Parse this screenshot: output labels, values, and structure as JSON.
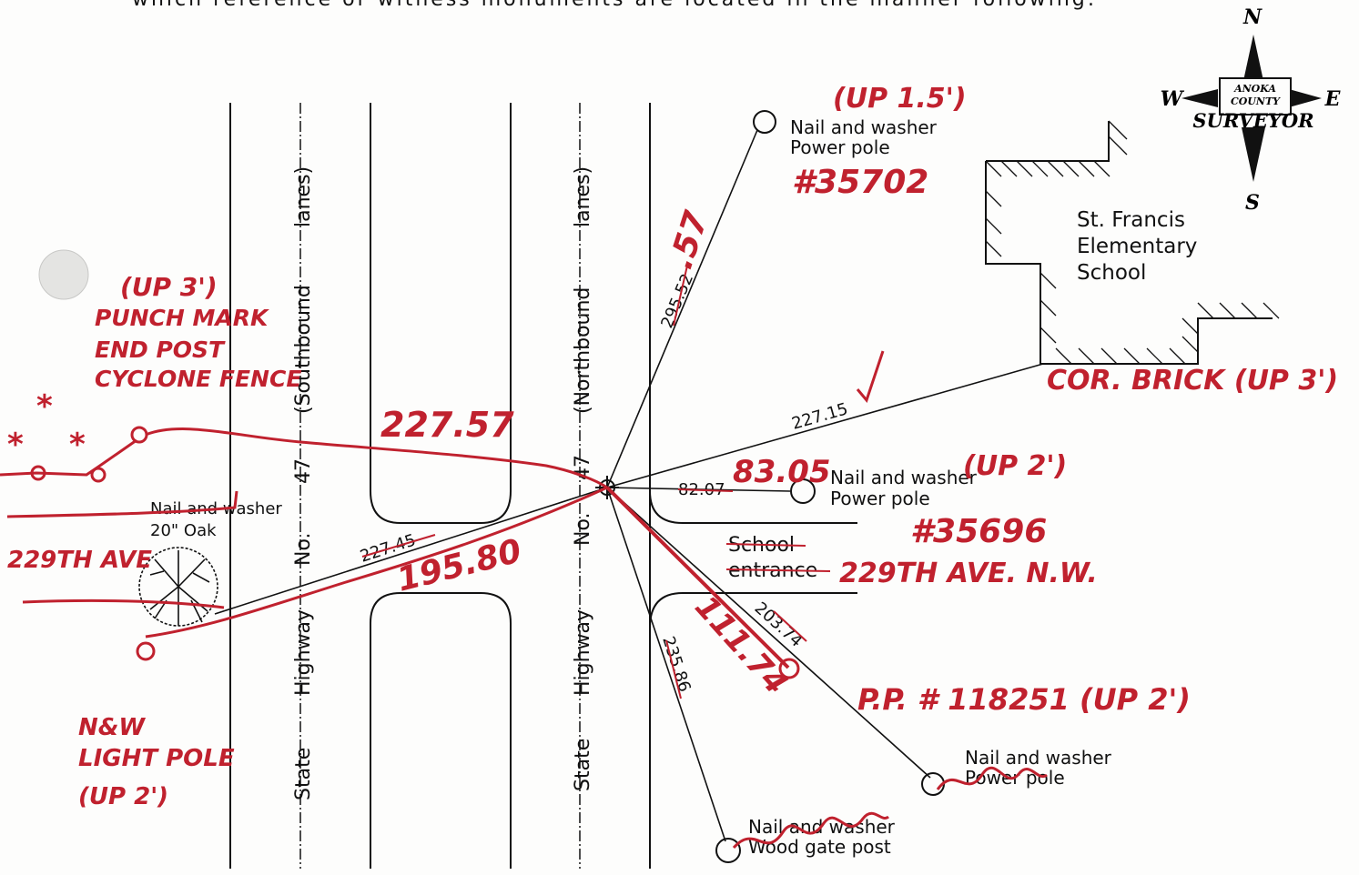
{
  "header_text": "which reference or witness monuments are located in the manner following:",
  "roads": {
    "southbound": [
      "State",
      "Highway",
      "No.",
      "47",
      "(Southbound",
      "lanes)"
    ],
    "northbound": [
      "State",
      "Highway",
      "No.",
      "47",
      "(Northbound",
      "lanes)"
    ],
    "school_entrance": [
      "School",
      "entrance"
    ]
  },
  "compass": {
    "north": "N",
    "south": "S",
    "east": "E",
    "west": "W",
    "badge_line1": "ANOKA",
    "badge_line2": "COUNTY",
    "badge_line3": "SURVEYOR"
  },
  "school": [
    "St. Francis",
    "Elementary",
    "School"
  ],
  "monuments": {
    "power_pole_north": [
      "Nail and washer",
      "Power pole"
    ],
    "power_pole_east": [
      "Nail and washer",
      "Power pole"
    ],
    "power_pole_southeast": [
      "Nail and washer",
      "Power pole"
    ],
    "gate_post": [
      "Nail and washer",
      "Wood gate post"
    ],
    "oak_tree": [
      "Nail and washer",
      "20\" Oak"
    ]
  },
  "distances": {
    "to_power_pole_north": "295.52",
    "to_school_corner": "227.15",
    "to_power_pole_east": "82.07",
    "to_oak": "227.45",
    "to_power_pole_southeast": "203.74",
    "to_gate_post": "235.86"
  },
  "handwritten": {
    "up_1_5": "(UP 1.5')",
    "pole_35702": "#35702",
    "dist_57": ".57",
    "cor_brick": "COR. BRICK (UP 3')",
    "dist_227_57": "227.57",
    "dist_83_05": "83.05",
    "up_2_east": "(UP 2')",
    "pole_35696": "#35696",
    "ave_229_east": "229TH AVE. N.W.",
    "dist_111_74": "111.74",
    "pp_118251": "P.P. # 118251 (UP 2')",
    "dist_195_80": "195.80",
    "ave_229_west": "229TH AVE",
    "up_3_west": "(UP 3')",
    "punch_mark": "PUNCH MARK",
    "end_post": "END POST",
    "cyclone_fence": "CYCLONE FENCE",
    "new_light_pole": [
      "N&W",
      "LIGHT POLE",
      "(UP 2')"
    ],
    "stars": [
      "*",
      "*",
      "*"
    ]
  },
  "colors": {
    "ink": "#111111",
    "red_pen": "#c0212e",
    "paper": "#fdfdfc"
  }
}
